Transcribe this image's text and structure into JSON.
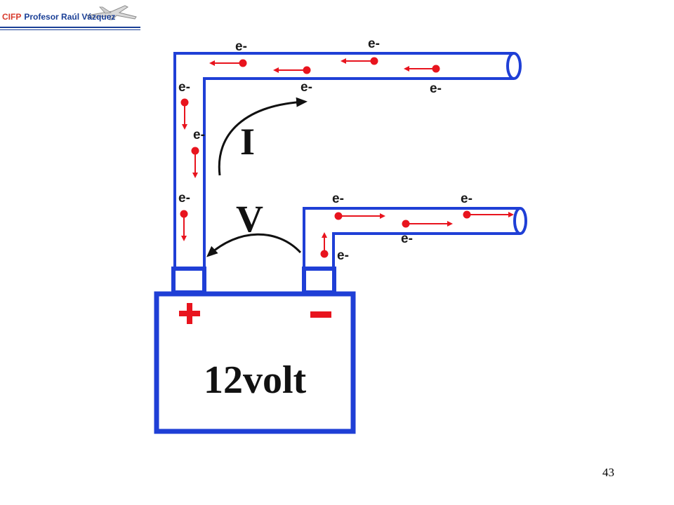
{
  "header": {
    "brand_prefix": "CIFP",
    "brand_name": "Profesor Raúl Vázquez"
  },
  "diagram": {
    "electron_label": "e-",
    "current_label": "I",
    "voltage_label": "V",
    "battery": {
      "label": "12volt",
      "positive_symbol": "+",
      "negative_symbol": "−"
    },
    "colors": {
      "wire": "#1f3fd6",
      "electron": "#e8141e",
      "arrow": "#111111"
    }
  },
  "page_number": "43"
}
